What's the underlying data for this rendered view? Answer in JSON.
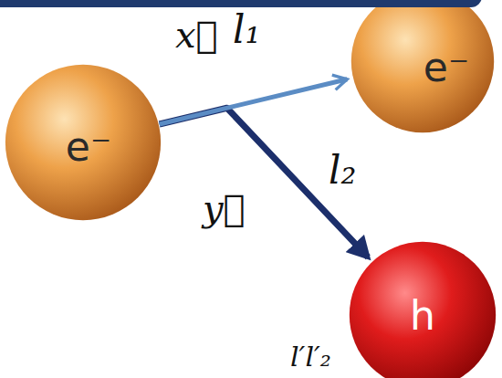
{
  "diagram": {
    "nodes": [
      {
        "text": [
          "e⁻"
        ]
      },
      {
        "text": [
          "e⁻"
        ]
      },
      {
        "text": [
          "h"
        ]
      }
    ],
    "edges": [
      {
        "from": 0,
        "to": 1,
        "arrow": "to"
      },
      {
        "from": 0,
        "to": 2,
        "arrow": "to"
      }
    ],
    "labels": [
      "x⃗",
      "l₁",
      "y⃗",
      "l₂",
      "l′l′₂"
    ]
  }
}
